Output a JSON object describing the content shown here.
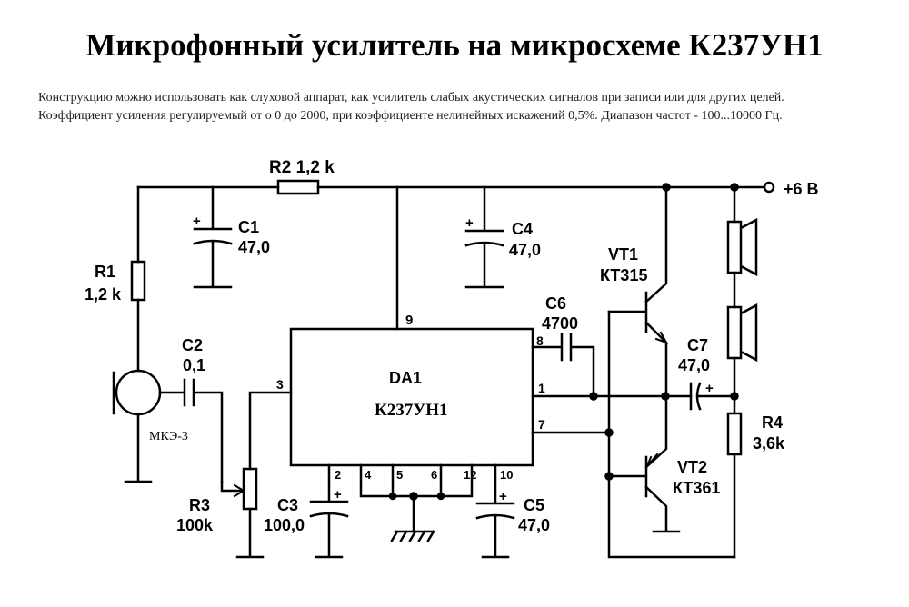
{
  "title": "Микрофонный усилитель на микросхеме К237УН1",
  "description": [
    "Конструкцию можно использовать как слуховой аппарат, как усилитель слабых акустических сигналов при записи или для других целей.",
    "Коэффициент усиления регулируемый от о 0 до 2000, при коэффициенте нелинейных искажений 0,5%.  Диапазон частот - 100...10000 Гц."
  ],
  "schematic": {
    "supply": "+6 В",
    "r2": {
      "ref": "R2",
      "value": "1,2 k"
    },
    "r1": {
      "ref": "R1",
      "value": "1,2 k"
    },
    "c1": {
      "ref": "C1",
      "value": "47,0"
    },
    "c4": {
      "ref": "C4",
      "value": "47,0"
    },
    "c2": {
      "ref": "C2",
      "value": "0,1"
    },
    "c6": {
      "ref": "C6",
      "value": "4700"
    },
    "c7": {
      "ref": "C7",
      "value": "47,0"
    },
    "r4": {
      "ref": "R4",
      "value": "3,6k"
    },
    "r3": {
      "ref": "R3",
      "value": "100k"
    },
    "c3": {
      "ref": "C3",
      "value": "100,0"
    },
    "c5": {
      "ref": "C5",
      "value": "47,0"
    },
    "vt1": {
      "ref": "VT1",
      "type": "КТ315"
    },
    "vt2": {
      "ref": "VT2",
      "type": "КТ361"
    },
    "mic": "МКЭ-3",
    "ic": {
      "ref": "DA1",
      "type": "К237УН1"
    },
    "pins": {
      "p9": "9",
      "p8": "8",
      "p1": "1",
      "p7": "7",
      "p3": "3",
      "p2": "2",
      "p4": "4",
      "p5": "5",
      "p6": "6",
      "p12": "12",
      "p10": "10"
    },
    "plus": "+"
  }
}
